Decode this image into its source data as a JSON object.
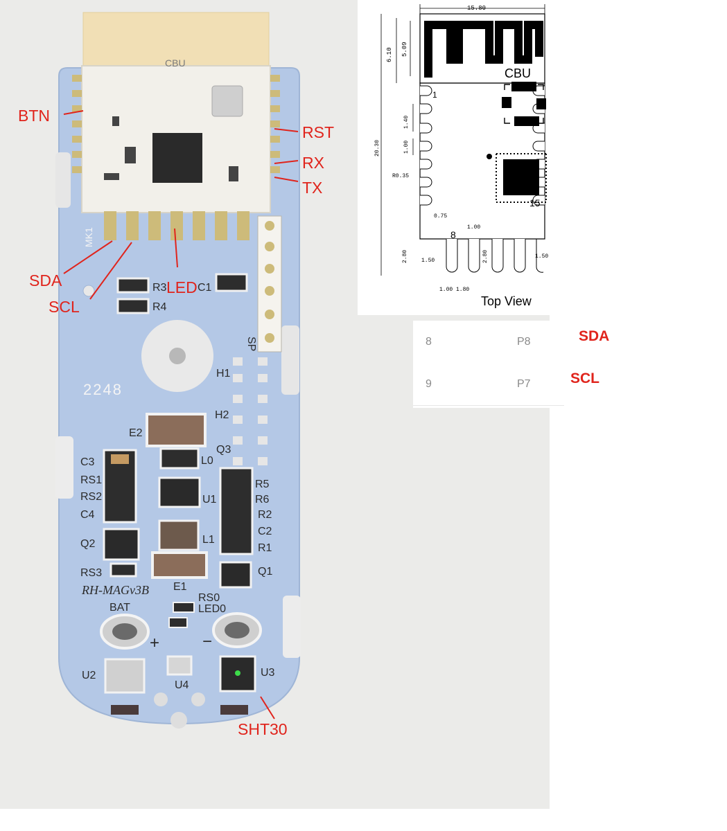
{
  "annotations": {
    "btn": "BTN",
    "rst": "RST",
    "rx": "RX",
    "tx": "TX",
    "sda": "SDA",
    "scl": "SCL",
    "led": "LED",
    "sht30": "SHT30"
  },
  "board": {
    "module_label": "CBU",
    "mk1": "MK1",
    "r3": "R3",
    "c1": "C1",
    "r4": "R4",
    "sp": "SP",
    "h1": "H1",
    "h2": "H2",
    "date_code": "2248",
    "e2": "E2",
    "q3": "Q3",
    "l0": "L0",
    "c3": "C3",
    "rs1": "RS1",
    "rs2": "RS2",
    "c4": "C4",
    "u1": "U1",
    "r5": "R5",
    "r6": "R6",
    "r2": "R2",
    "c2": "C2",
    "r1": "R1",
    "q2": "Q2",
    "l1": "L1",
    "rs3": "RS3",
    "q1": "Q1",
    "model": "RH-MAGv3B",
    "e1": "E1",
    "rs0": "RS0",
    "led0": "LED0",
    "bat": "BAT",
    "plus": "+",
    "minus": "−",
    "u2": "U2",
    "u4": "U4",
    "u3": "U3"
  },
  "drawing": {
    "width_dim": "15.80",
    "antenna_dim": "6.10",
    "antenna_inner_dim": "5.09",
    "chip_label": "CBU",
    "pin1": "1",
    "pin15": "15",
    "pin8": "8",
    "pitch_dim": "1.40",
    "pad_dim": "1.00",
    "height_dim": "20.30",
    "radius_dim": "R0.35",
    "offset_dim": "0.75",
    "bottom_pad_dim": "1.00",
    "left_dim": "1.50",
    "right_dim": "1.50",
    "pad_len_left": "2.80",
    "pad_len_right": "2.80",
    "bottom_w1": "1.00",
    "bottom_w2": "1.80",
    "caption": "Top View"
  },
  "pin_table": {
    "rows": [
      {
        "pin": "8",
        "gpio": "P8",
        "signal": "SDA"
      },
      {
        "pin": "9",
        "gpio": "P7",
        "signal": "SCL"
      }
    ]
  },
  "colors": {
    "annotation": "#e0241c",
    "pcb": "#b4c8e6",
    "module": "#f2f0ea",
    "pad_gold": "#cdbb7a",
    "photo_bg": "#ebebe9"
  }
}
